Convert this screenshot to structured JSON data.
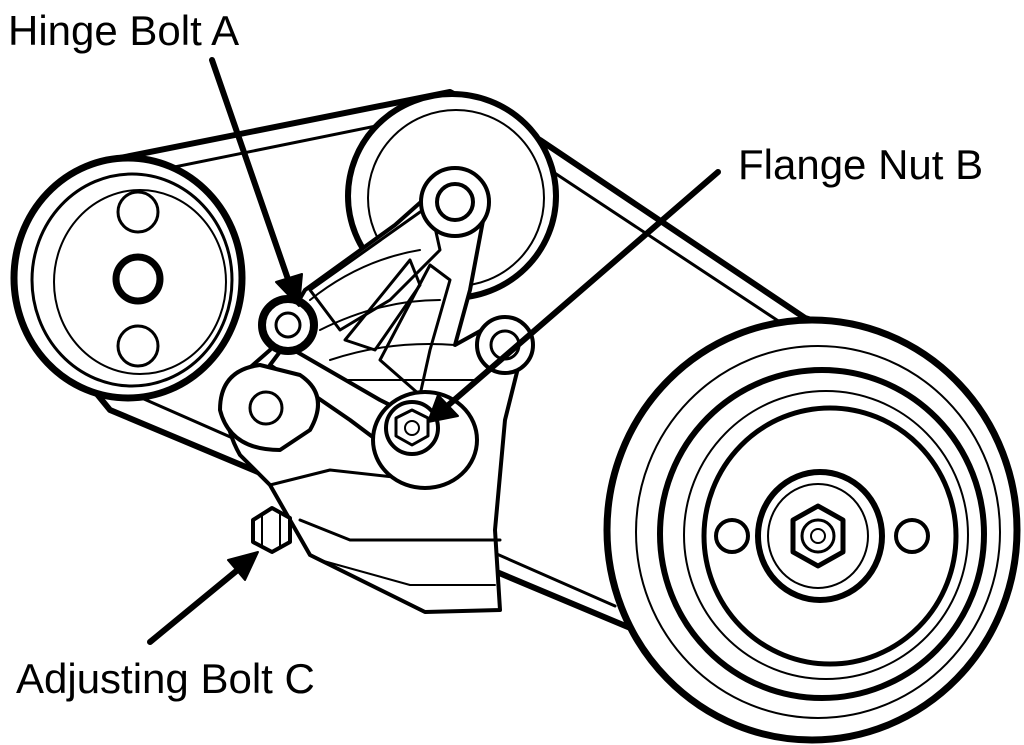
{
  "callouts": {
    "hinge_bolt": "Hinge Bolt A",
    "flange_nut": "Flange Nut B",
    "adjusting_bolt": "Adjusting Bolt C"
  },
  "colors": {
    "ink": "#000000",
    "paper": "#ffffff"
  }
}
